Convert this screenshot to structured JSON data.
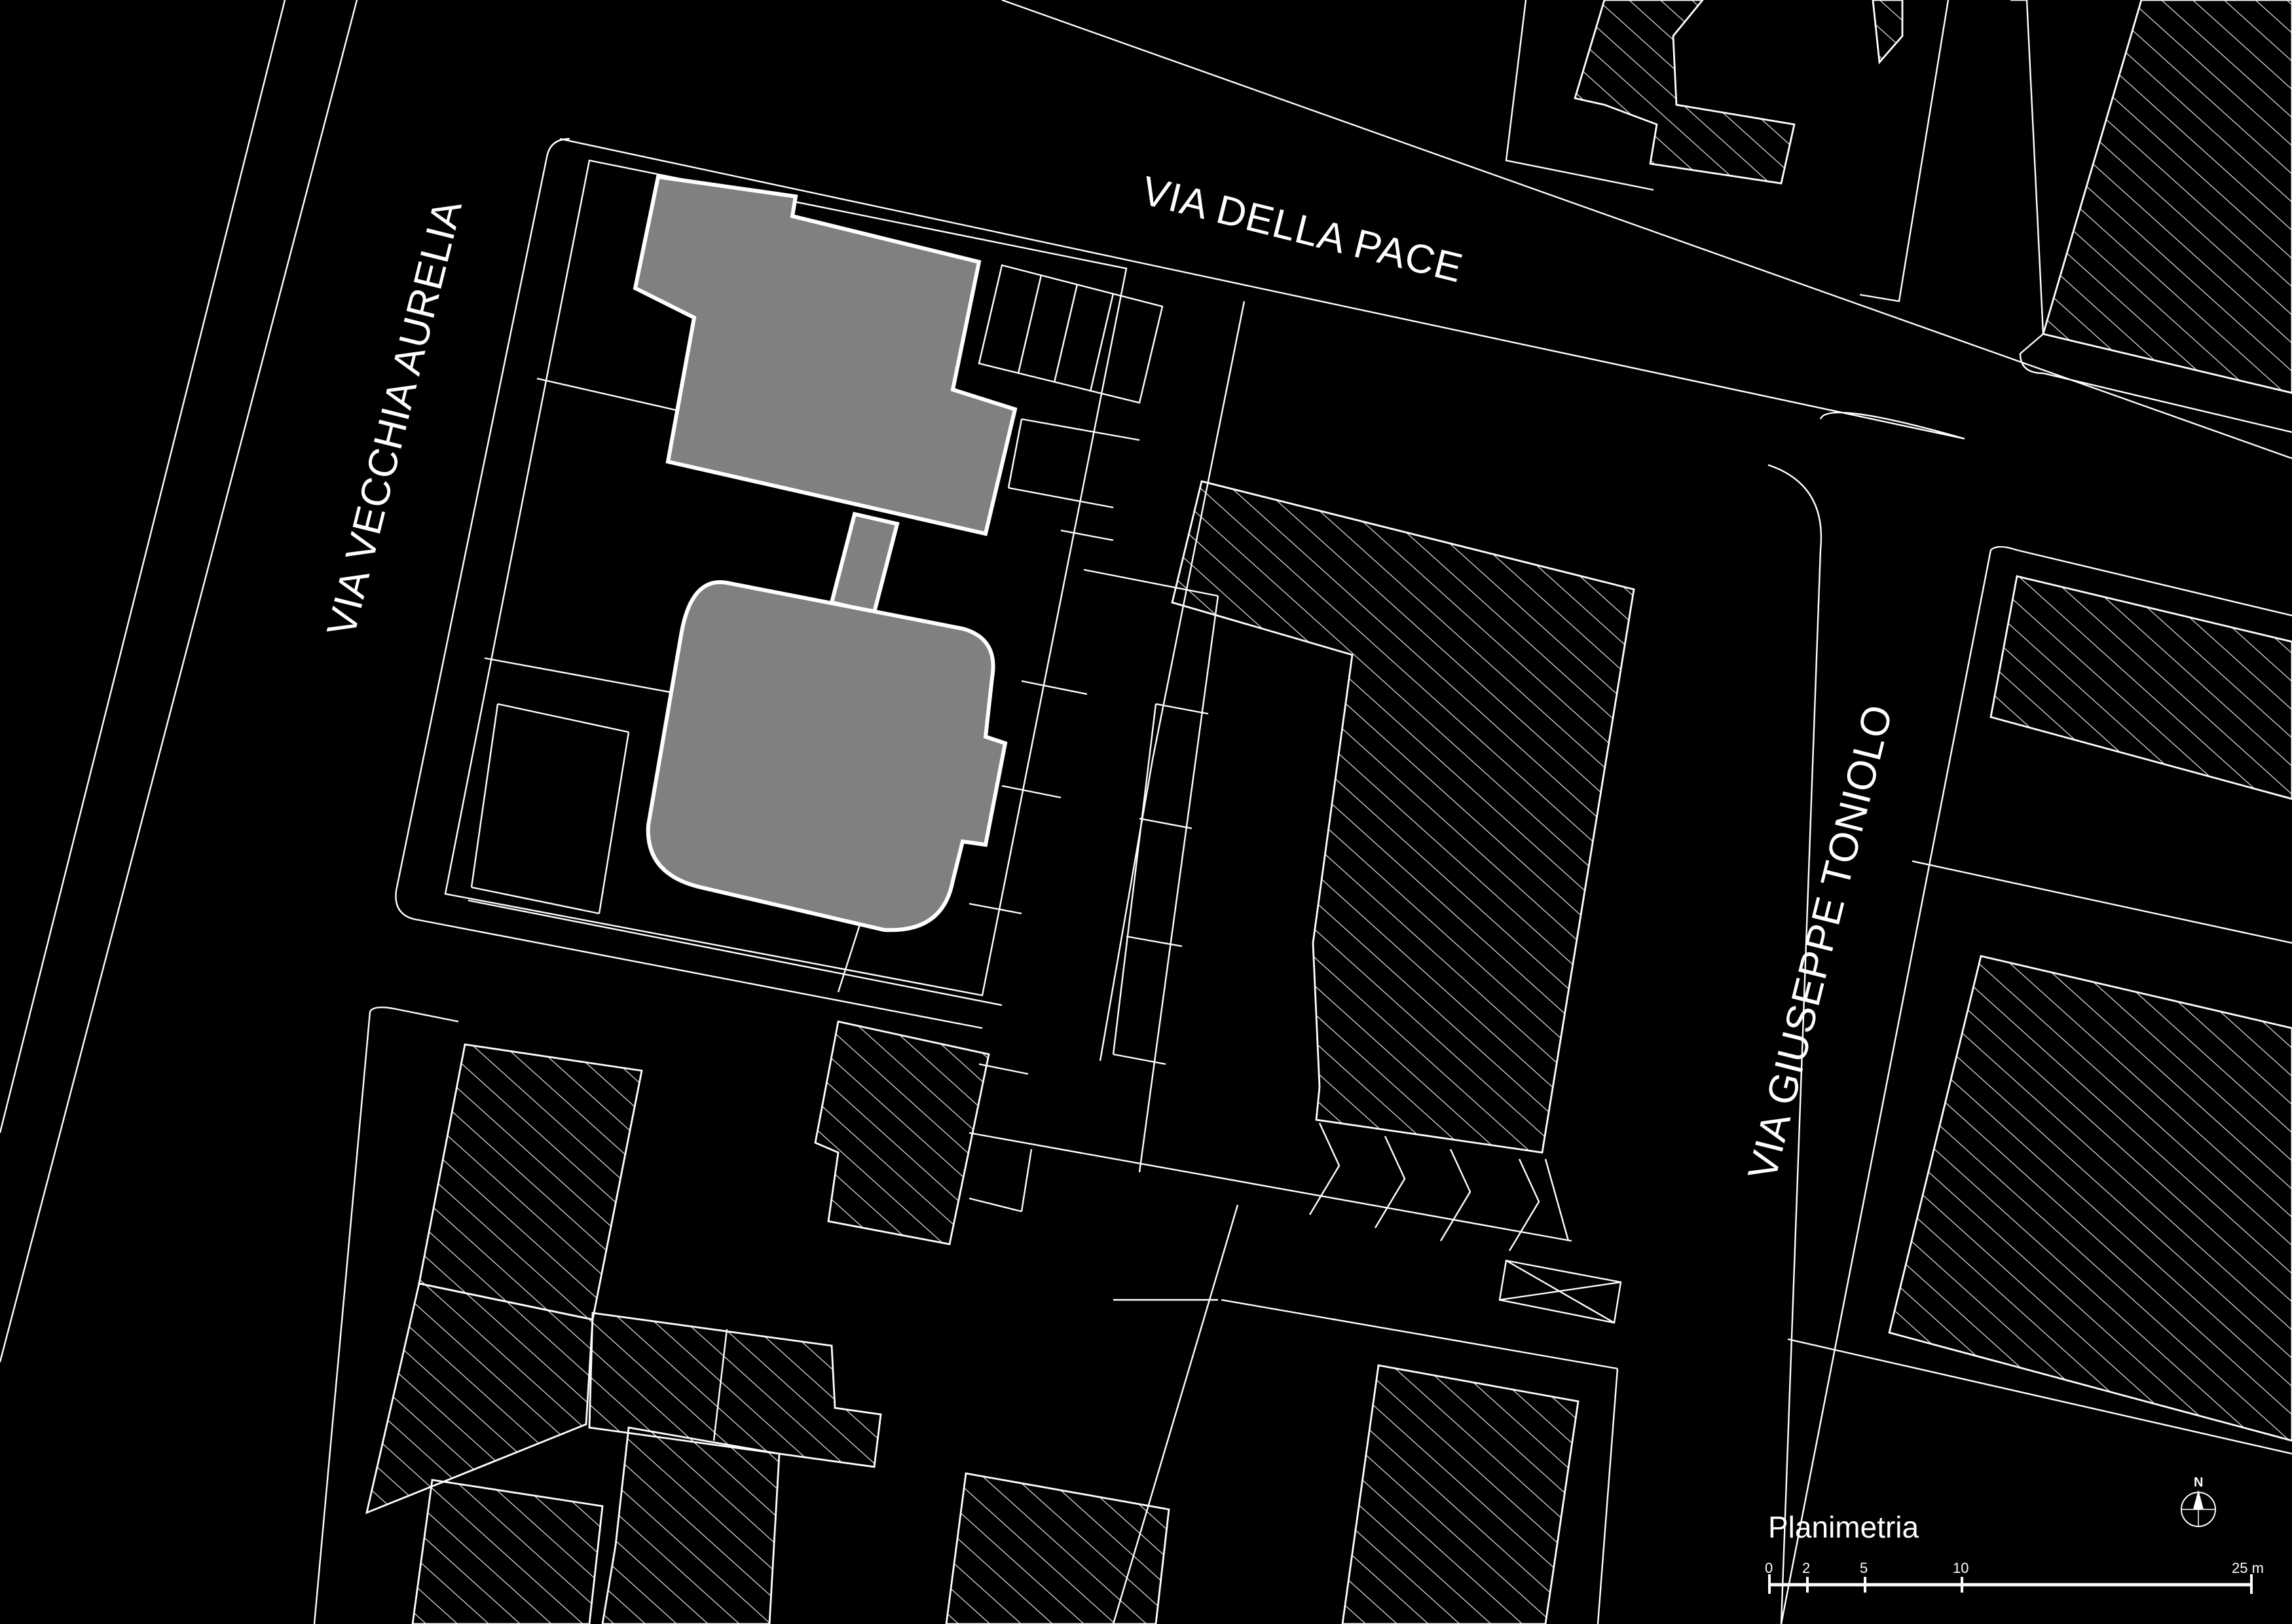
{
  "map": {
    "streets": {
      "via_della_pace": "VIA DELLA PACE",
      "via_vecchia_aurelia": "VIA VECCHIA AURELIA",
      "via_giuseppe_toniolo": "VIA GIUSEPPE TONIOLO"
    },
    "legend": {
      "title": "Planimetria",
      "scale_labels": [
        "0",
        "2",
        "5",
        "10",
        "25 m"
      ]
    },
    "north": {
      "label": "N"
    },
    "colors": {
      "background": "#000000",
      "lines": "#ffffff",
      "project_fill": "#808080"
    }
  }
}
